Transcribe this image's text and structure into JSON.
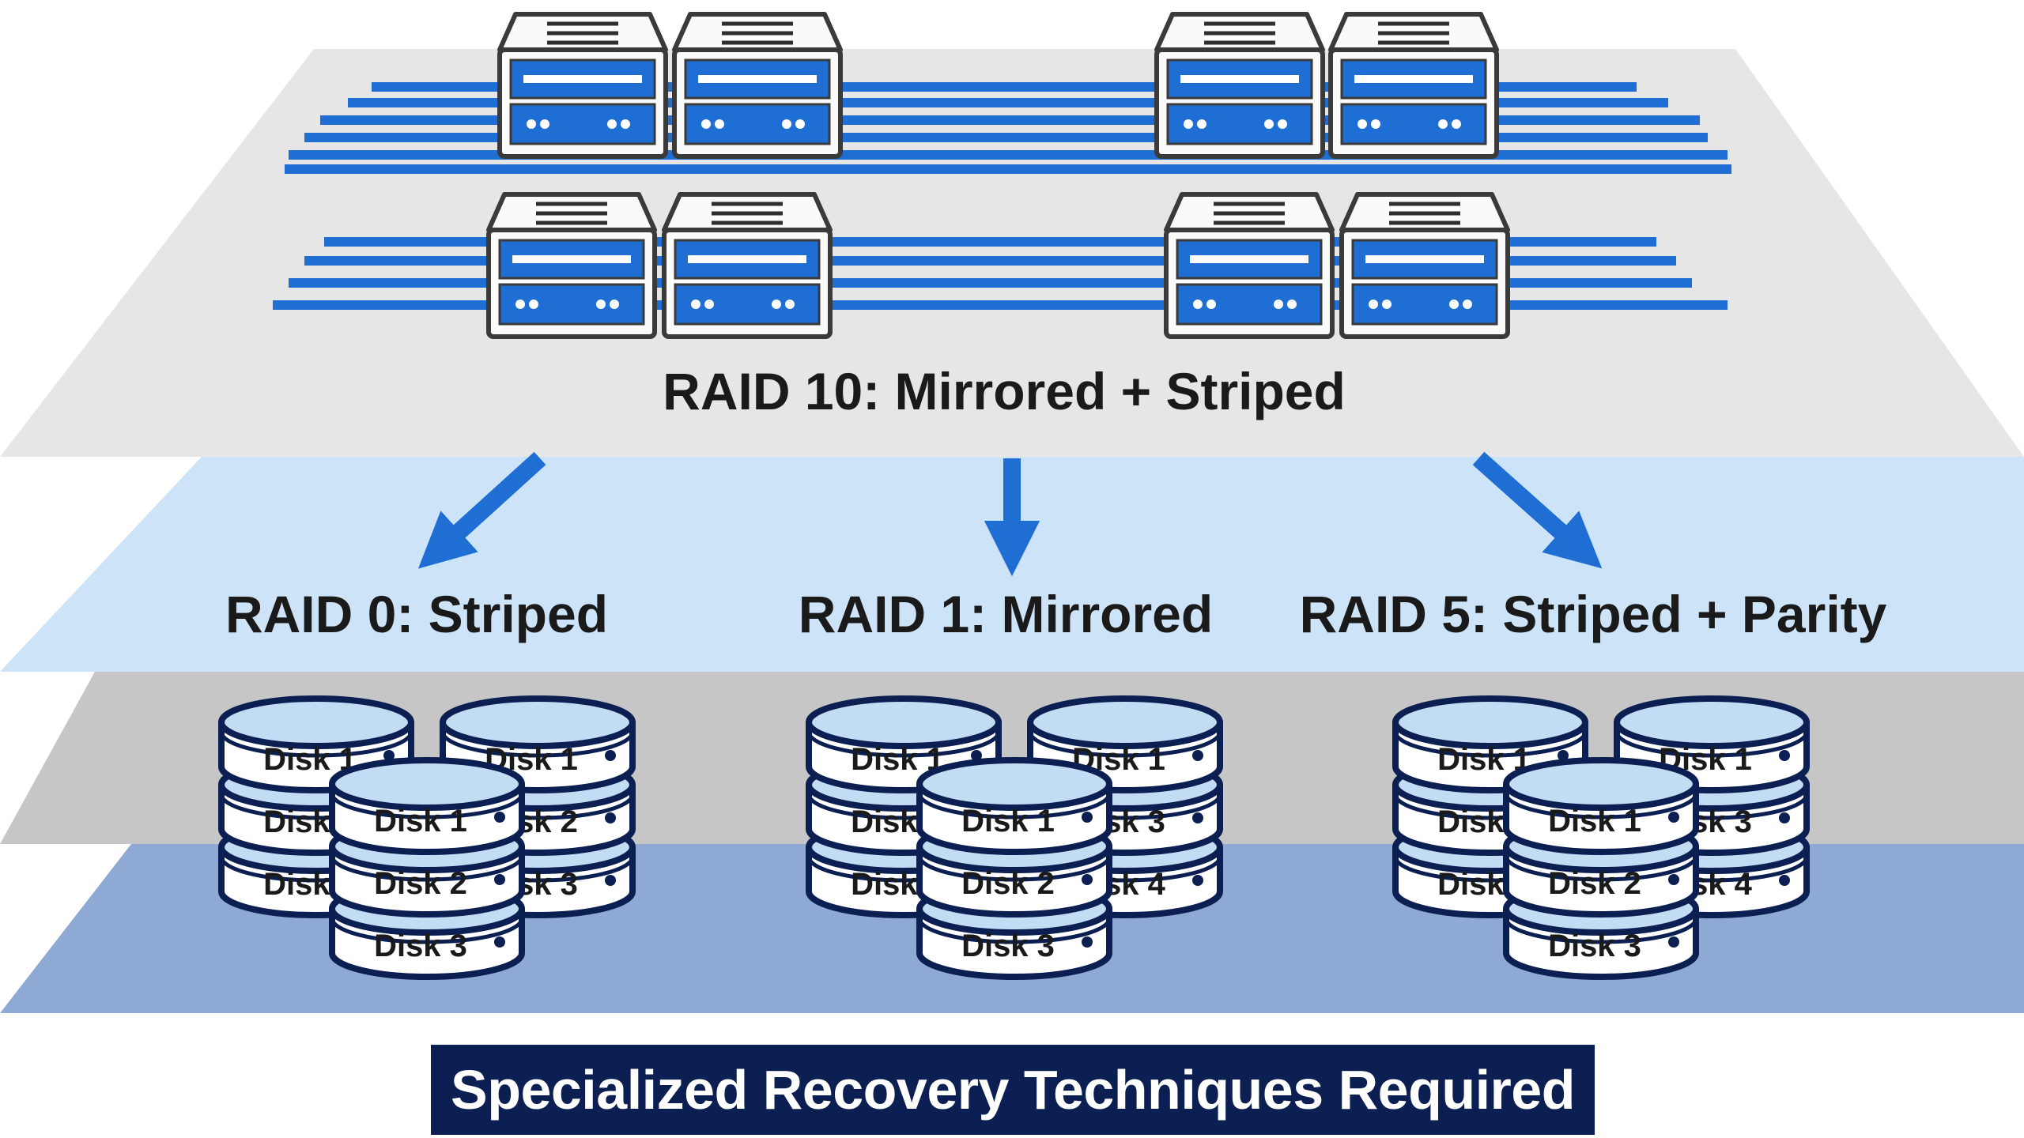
{
  "title_raid10": "RAID 10: Mirrored + Striped",
  "groups": [
    {
      "label": "RAID 0: Striped",
      "stacks": [
        {
          "disks": [
            "Disk 1",
            "Disk 2",
            "Disk 3"
          ]
        },
        {
          "disks": [
            "Disk 1",
            "Disk 2",
            "Disk 3"
          ]
        },
        {
          "disks": [
            "Disk 1",
            "Disk 2",
            "Disk 3"
          ]
        }
      ]
    },
    {
      "label": "RAID 1: Mirrored",
      "stacks": [
        {
          "disks": [
            "Disk 1",
            "Disk 2",
            "Disk 3"
          ]
        },
        {
          "disks": [
            "Disk 1",
            "Disk 3",
            "Disk 4"
          ]
        },
        {
          "disks": [
            "Disk 1",
            "Disk 2",
            "Disk 3"
          ]
        }
      ]
    },
    {
      "label": "RAID 5: Striped + Parity",
      "stacks": [
        {
          "disks": [
            "Disk 1",
            "Disk 2",
            "Disk 3"
          ]
        },
        {
          "disks": [
            "Disk 1",
            "Disk 3",
            "Disk 4"
          ]
        },
        {
          "disks": [
            "Disk 1",
            "Disk 2",
            "Disk 3"
          ]
        }
      ]
    }
  ],
  "banner": "Specialized Recovery Techniques Required",
  "colors": {
    "top_layer": "#e6e6e6",
    "raid_layer": "#cde3f7",
    "gray_layer": "#c6c6c6",
    "blue_layer": "#8eaad4",
    "accent_blue": "#1f6ed4",
    "navy": "#0b1f52",
    "outline": "#3a3a3a"
  }
}
